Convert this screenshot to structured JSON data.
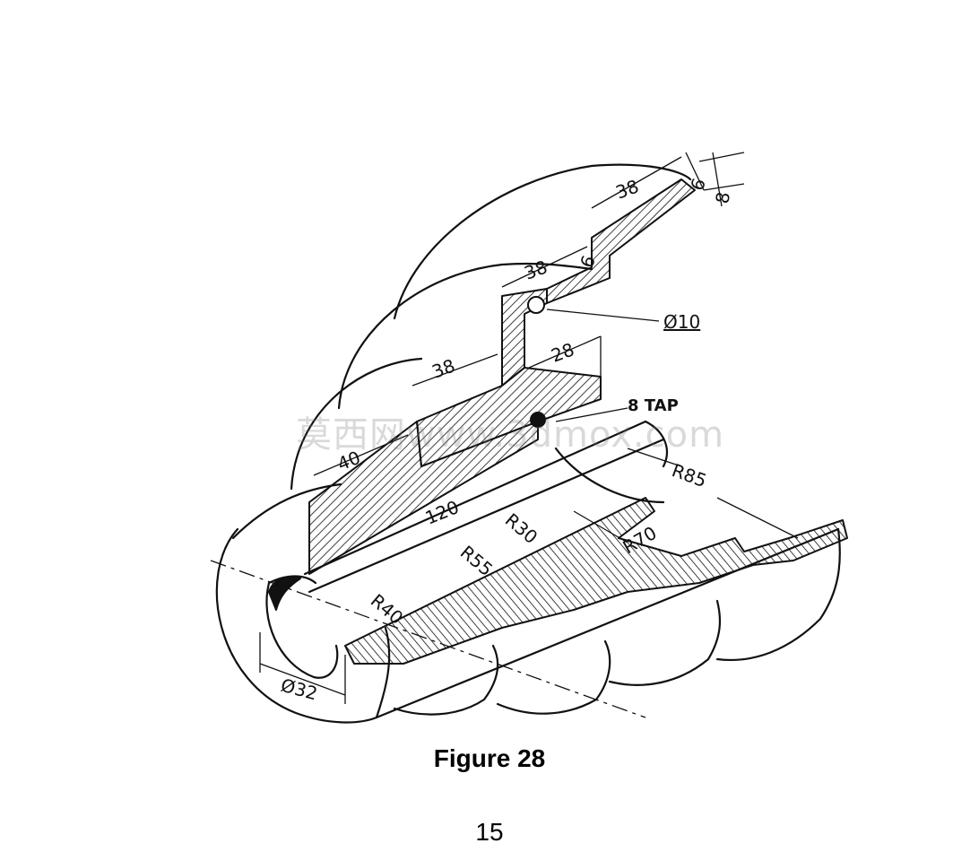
{
  "figure": {
    "caption": "Figure 28",
    "page_number": "15",
    "watermark": "莫西网www.3dmox.com"
  },
  "dimensions": {
    "d38_top": "38",
    "d6_small": "6",
    "d8_right": "8",
    "d6_mid": "6",
    "d38_mid": "38",
    "dia10": "Ø10",
    "d28": "28",
    "d38_low": "38",
    "tap": "8 TAP",
    "d40": "40",
    "r85": "R85",
    "d120": "120",
    "r30": "R30",
    "r70": "R70",
    "r55": "R55",
    "r40": "R40",
    "dia32": "Ø32"
  },
  "colors": {
    "ink": "#111111",
    "paper": "#ffffff"
  }
}
